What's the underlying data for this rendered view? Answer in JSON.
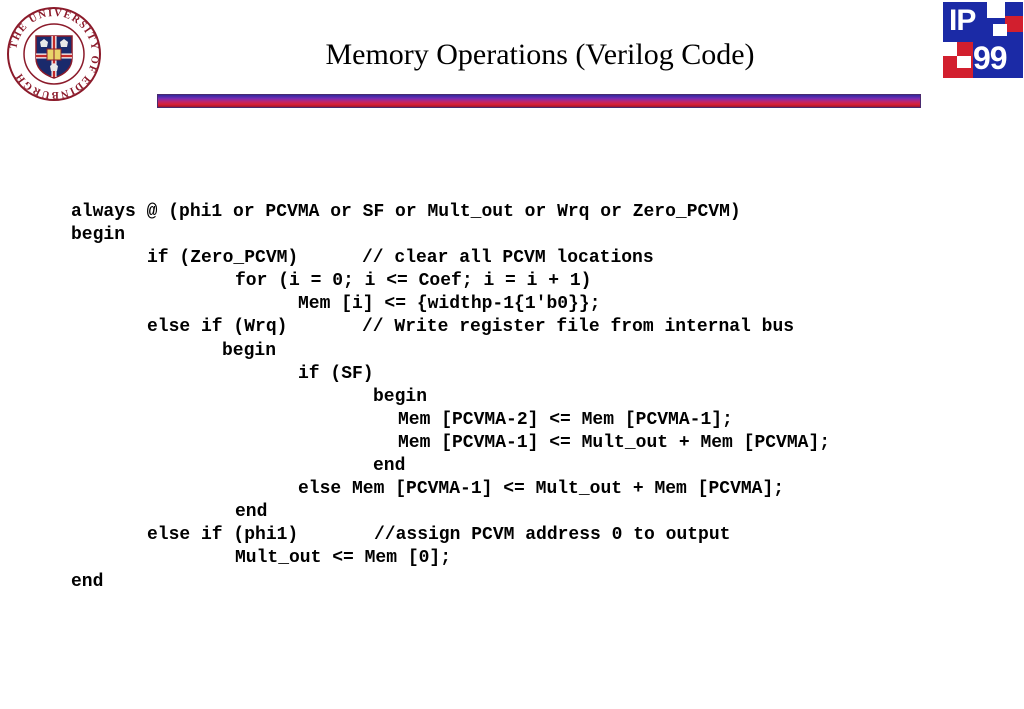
{
  "slide": {
    "title": "Memory Operations (Verilog Code)",
    "crest_text": "THE UNIVERSITY OF EDINBURGH",
    "conference_logo": {
      "line1": "IP",
      "line2": "99"
    },
    "colors": {
      "rule_top": "#2f2a9e",
      "rule_bottom": "#d61f32",
      "logo_blue": "#1b2aa6",
      "logo_red": "#d21f2e"
    }
  },
  "code": {
    "lines": [
      {
        "text": "always @ (phi1 or PCVMA or SF or Mult_out or Wrq or Zero_PCVM)",
        "comment": ""
      },
      {
        "text": "begin",
        "comment": ""
      },
      {
        "text": "if (Zero_PCVM)",
        "comment": "// clear all PCVM locations"
      },
      {
        "text": "for (i = 0; i <= Coef; i = i + 1)",
        "comment": ""
      },
      {
        "text": "Mem [i] <= {widthp-1{1'b0}};",
        "comment": ""
      },
      {
        "text": "else if (Wrq)",
        "comment": "// Write register file from internal bus"
      },
      {
        "text": "begin",
        "comment": ""
      },
      {
        "text": "if (SF)",
        "comment": ""
      },
      {
        "text": "begin",
        "comment": ""
      },
      {
        "text": "Mem [PCVMA-2] <= Mem [PCVMA-1];",
        "comment": ""
      },
      {
        "text": "Mem [PCVMA-1] <= Mult_out + Mem [PCVMA];",
        "comment": ""
      },
      {
        "text": "end",
        "comment": ""
      },
      {
        "text": "else Mem [PCVMA-1] <= Mult_out + Mem [PCVMA];",
        "comment": ""
      },
      {
        "text": "end",
        "comment": ""
      },
      {
        "text": "else if (phi1)",
        "comment": "//assign PCVM address 0 to output"
      },
      {
        "text": "Mult_out <= Mem [0];",
        "comment": ""
      },
      {
        "text": "end",
        "comment": ""
      }
    ]
  }
}
